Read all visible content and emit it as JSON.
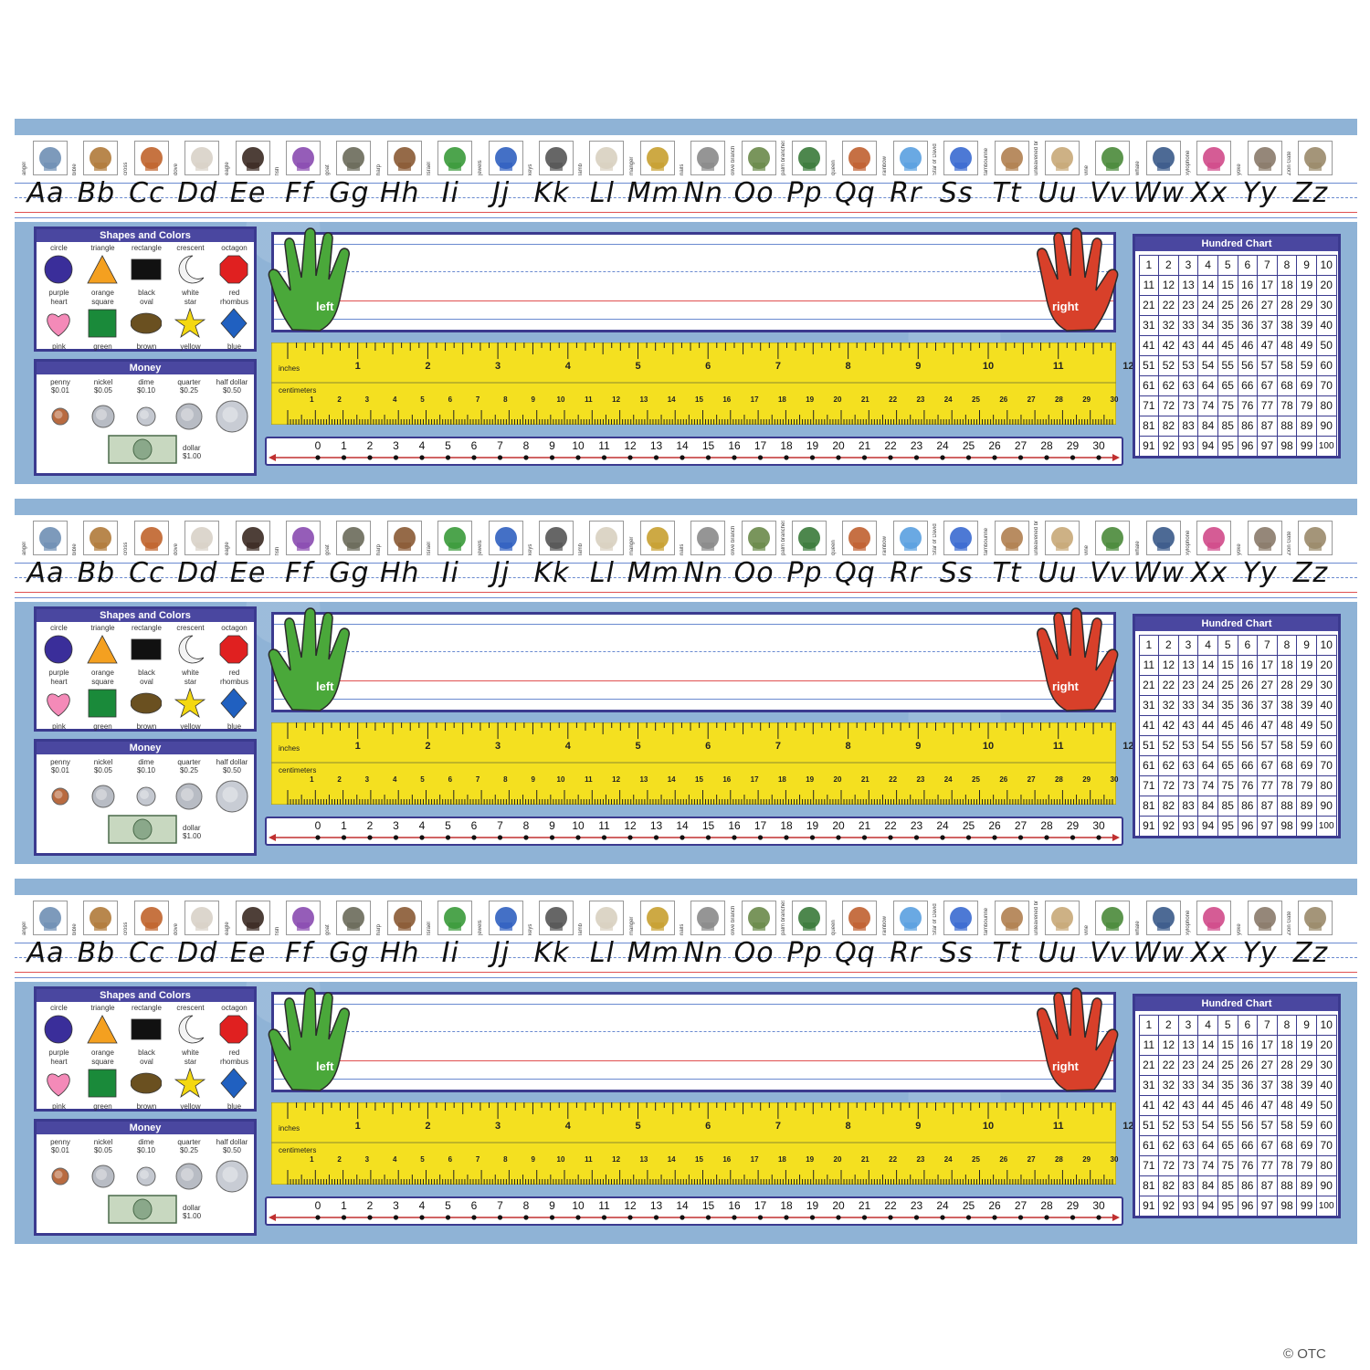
{
  "alphabet": {
    "pictures": [
      {
        "caption": "angel",
        "color": "#6f8fb4"
      },
      {
        "caption": "bible",
        "color": "#b07a3a"
      },
      {
        "caption": "cross",
        "color": "#c0642c"
      },
      {
        "caption": "dove",
        "color": "#d8d2c8"
      },
      {
        "caption": "eagle",
        "color": "#3b2a22"
      },
      {
        "caption": "fish",
        "color": "#8a4bb0"
      },
      {
        "caption": "goat",
        "color": "#6a6a5a"
      },
      {
        "caption": "harp",
        "color": "#8a5a34"
      },
      {
        "caption": "Israel",
        "color": "#3a9a3a"
      },
      {
        "caption": "jewels",
        "color": "#3060c0"
      },
      {
        "caption": "keys",
        "color": "#555555"
      },
      {
        "caption": "lamb",
        "color": "#d8d0c0"
      },
      {
        "caption": "manger",
        "color": "#c8a030"
      },
      {
        "caption": "nails",
        "color": "#8a8a8a"
      },
      {
        "caption": "olive branch",
        "color": "#6a8a4a"
      },
      {
        "caption": "palm branches",
        "color": "#3a7a3a"
      },
      {
        "caption": "queen",
        "color": "#c06030"
      },
      {
        "caption": "rainbow",
        "color": "#5aa0e0"
      },
      {
        "caption": "Star of David",
        "color": "#3a6ad0"
      },
      {
        "caption": "tambourine",
        "color": "#b08050"
      },
      {
        "caption": "unleavened bread",
        "color": "#c8a878"
      },
      {
        "caption": "vine",
        "color": "#4a8a3a"
      },
      {
        "caption": "whale",
        "color": "#3a5a8a"
      },
      {
        "caption": "xylophone",
        "color": "#d04a8a"
      },
      {
        "caption": "yoke",
        "color": "#8a7a6a"
      },
      {
        "caption": "Zion Gate",
        "color": "#9a8a6a"
      }
    ],
    "letters": [
      "Aa",
      "Bb",
      "Cc",
      "Dd",
      "Ee",
      "Ff",
      "Gg",
      "Hh",
      "Ii",
      "Jj",
      "Kk",
      "Ll",
      "Mm",
      "Nn",
      "Oo",
      "Pp",
      "Qq",
      "Rr",
      "Ss",
      "Tt",
      "Uu",
      "Vv",
      "Ww",
      "Xx",
      "Yy",
      "Zz"
    ]
  },
  "shapes_panel": {
    "title": "Shapes and Colors",
    "items": [
      {
        "shape": "circle",
        "color_name": "purple",
        "color": "#3a2e9a"
      },
      {
        "shape": "triangle",
        "color_name": "orange",
        "color": "#f4a020"
      },
      {
        "shape": "rectangle",
        "color_name": "black",
        "color": "#111111"
      },
      {
        "shape": "crescent",
        "color_name": "white",
        "color": "#ffffff"
      },
      {
        "shape": "octagon",
        "color_name": "red",
        "color": "#e02020"
      },
      {
        "shape": "heart",
        "color_name": "pink",
        "color": "#f48ab8"
      },
      {
        "shape": "square",
        "color_name": "green",
        "color": "#1a8a3a"
      },
      {
        "shape": "oval",
        "color_name": "brown",
        "color": "#6a5020"
      },
      {
        "shape": "star",
        "color_name": "yellow",
        "color": "#f4d810"
      },
      {
        "shape": "rhombus",
        "color_name": "blue",
        "color": "#2060c0"
      }
    ]
  },
  "money_panel": {
    "title": "Money",
    "coins": [
      {
        "name": "penny",
        "value": "$0.01",
        "color": "#b86a40"
      },
      {
        "name": "nickel",
        "value": "$0.05",
        "color": "#b8bcc4"
      },
      {
        "name": "dime",
        "value": "$0.10",
        "color": "#c4c8d0"
      },
      {
        "name": "quarter",
        "value": "$0.25",
        "color": "#b8bcc4"
      },
      {
        "name": "half dollar",
        "value": "$0.50",
        "color": "#c8ccd4"
      }
    ],
    "bill": {
      "name": "dollar",
      "value": "$1.00"
    }
  },
  "hands": {
    "left": "left",
    "right": "right"
  },
  "ruler": {
    "inches_label": "inches",
    "centimeters_label": "centimeters",
    "inches": [
      "1",
      "2",
      "3",
      "4",
      "5",
      "6",
      "7",
      "8",
      "9",
      "10",
      "11",
      "12"
    ],
    "centimeters": [
      "1",
      "2",
      "3",
      "4",
      "5",
      "6",
      "7",
      "8",
      "9",
      "10",
      "11",
      "12",
      "13",
      "14",
      "15",
      "16",
      "17",
      "18",
      "19",
      "20",
      "21",
      "22",
      "23",
      "24",
      "25",
      "26",
      "27",
      "28",
      "29",
      "30"
    ]
  },
  "number_line": [
    "0",
    "1",
    "2",
    "3",
    "4",
    "5",
    "6",
    "7",
    "8",
    "9",
    "10",
    "11",
    "12",
    "13",
    "14",
    "15",
    "16",
    "17",
    "18",
    "19",
    "20",
    "21",
    "22",
    "23",
    "24",
    "25",
    "26",
    "27",
    "28",
    "29",
    "30"
  ],
  "hundred_chart": {
    "title": "Hundred Chart"
  },
  "colors": {
    "panel_border": "#3b3a8f",
    "ruler_yellow": "#f4e020",
    "hand_green": "#4aa83a",
    "hand_red": "#d8402a",
    "line_red": "#e05050",
    "line_blue": "#6a8ad0"
  },
  "watermark": "© OTC"
}
